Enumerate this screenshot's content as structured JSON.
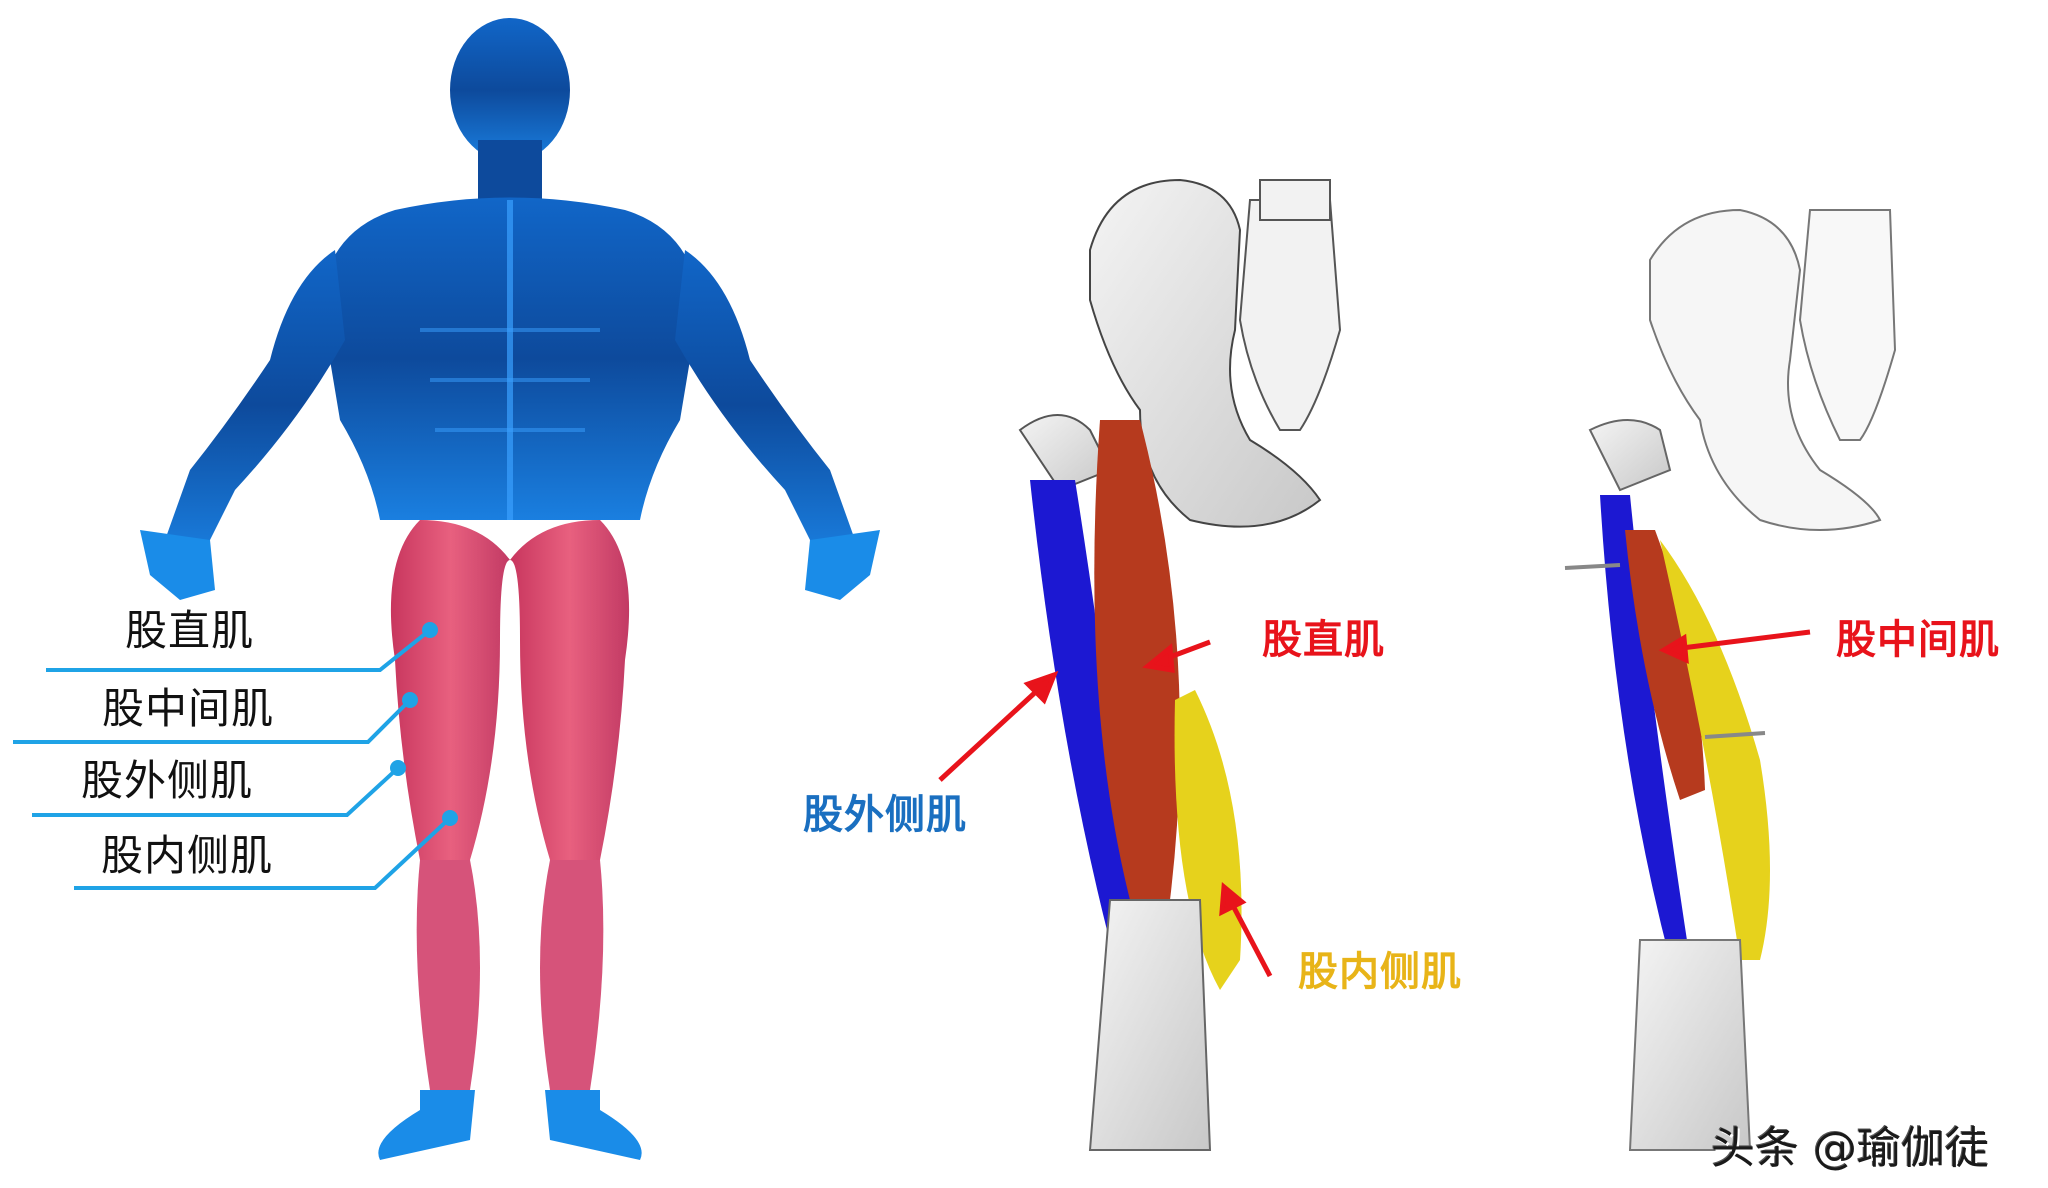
{
  "figure": {
    "panels": [
      {
        "id": "full-body",
        "description": "Blue translucent full body muscle model with quadriceps highlighted in pink",
        "labels": [
          {
            "text": "股直肌",
            "color": "#111111"
          },
          {
            "text": "股中间肌",
            "color": "#111111"
          },
          {
            "text": "股外侧肌",
            "color": "#111111"
          },
          {
            "text": "股内侧肌",
            "color": "#111111"
          }
        ],
        "leader_line_color": "#1fa3e6"
      },
      {
        "id": "thigh-anterior",
        "description": "Pelvis and thigh anatomical drawing showing superficial quadriceps",
        "labels": [
          {
            "text": "股直肌",
            "color": "#e8131b"
          },
          {
            "text": "股外侧肌",
            "color": "#1a6fc0"
          },
          {
            "text": "股内侧肌",
            "color": "#e8b418"
          }
        ],
        "muscle_colors": {
          "vastus_lateralis": "#1c18d2",
          "rectus_femoris": "#b63a1e",
          "vastus_medialis": "#e6d21c"
        }
      },
      {
        "id": "thigh-deep",
        "description": "Pelvis and thigh drawing with rectus femoris removed, showing intermediate muscle",
        "labels": [
          {
            "text": "股中间肌",
            "color": "#e8131b"
          }
        ]
      }
    ],
    "arrow_color": "#e8131b",
    "watermark": "头条 @瑜伽徒"
  }
}
